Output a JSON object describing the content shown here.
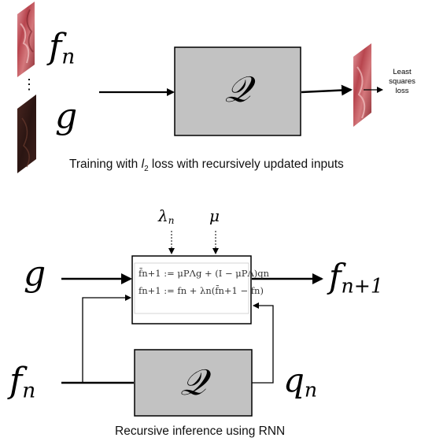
{
  "top_panel": {
    "input_top_label": "f",
    "input_top_sub": "n",
    "ellipsis": "⋮",
    "input_bottom_label": "g",
    "operator_label": "𝒬",
    "output_label_lines": [
      "Least",
      "squares",
      "loss"
    ],
    "caption_before": "Training with ",
    "caption_italic": "l",
    "caption_sub": "2",
    "caption_after": " loss with recursively updated inputs"
  },
  "bottom_panel": {
    "lambda_label": "λ",
    "lambda_sub": "n",
    "mu_label": "μ",
    "input_g_label": "g",
    "input_f_label": "f",
    "input_f_sub": "n",
    "output_label": "f",
    "output_sub": "n+1",
    "operator_label": "𝒬",
    "q_label": "q",
    "q_sub": "n",
    "equation_1": "f̄n+1 := μPΛg + (I − μPΛ)qn",
    "equation_2": "fn+1 := fn + λn(f̄n+1 − fn)",
    "caption": "Recursive inference using RNN"
  },
  "colors": {
    "operator_fill": "#c2c2c2",
    "image_red": "#b8454e",
    "image_dark": "#3a1d1a"
  }
}
